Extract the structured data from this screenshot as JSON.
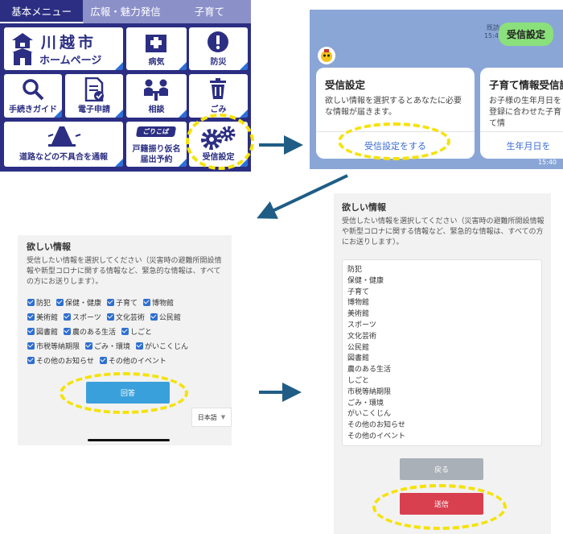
{
  "menu": {
    "tabs": [
      "基本メニュー",
      "広報・魅力発信",
      "子育て"
    ],
    "logo_line1": "川越市",
    "logo_line2": "ホームページ",
    "tiles": {
      "byoki": "病気",
      "bosai": "防災",
      "tetsuzuki": "手続きガイド",
      "denshi": "電子申請",
      "sodan": "相談",
      "gomi": "ごみ",
      "fuguai": "道路などの不具合を通報",
      "koseki_badge": "ごりこば",
      "koseki_line1": "戸籍振り仮名",
      "koseki_line2": "届出予約",
      "jushin": "受信設定"
    }
  },
  "chat": {
    "read_label": "既読",
    "time_sent": "15:40",
    "my_message": "受信設定",
    "time_bottom": "15:40",
    "card1": {
      "title": "受信設定",
      "body": "欲しい情報を選択するとあなたに必要な情報が届きます。",
      "action": "受信設定をする"
    },
    "card2": {
      "title": "子育て情報受信設",
      "body": "お子様の生年月日を登録に合わせた子育て情",
      "action": "生年月日を"
    }
  },
  "form": {
    "title": "欲しい情報",
    "description": "受信したい情報を選択してください（災害時の避難所開設情報や新型コロナに関する情報など、緊急的な情報は、すべての方にお送りします）。",
    "rows": [
      [
        "防犯",
        "保健・健康",
        "子育て",
        "博物館"
      ],
      [
        "美術館",
        "スポーツ",
        "文化芸術",
        "公民館"
      ],
      [
        "図書館",
        "農のある生活",
        "しごと"
      ],
      [
        "市税等納期限",
        "ごみ・環境",
        "がいこくじん"
      ],
      [
        "その他のお知らせ",
        "その他のイベント"
      ]
    ],
    "answer_button": "回答",
    "language": "日本語"
  },
  "confirm": {
    "title": "欲しい情報",
    "description": "受信したい情報を選択してください（災害時の避難所開設情報や新型コロナに関する情報など、緊急的な情報は、すべての方にお送りします）。",
    "items": [
      "防犯",
      "保健・健康",
      "子育て",
      "博物館",
      "美術館",
      "スポーツ",
      "文化芸術",
      "公民館",
      "図書館",
      "農のある生活",
      "しごと",
      "市税等納期限",
      "ごみ・環境",
      "がいこくじん",
      "その他のお知らせ",
      "その他のイベント"
    ],
    "back_button": "戻る",
    "send_button": "送信"
  },
  "colors": {
    "menu_navy": "#2b2e82",
    "tile_accent": "#2b6fd6",
    "chat_bg": "#8aa6d6",
    "my_bubble": "#8ae07b",
    "checkbox_blue": "#2f6fd0",
    "answer_button": "#3aa0db",
    "back_button": "#a9b0b7",
    "send_button": "#d9404f",
    "highlight": "#f5e20a",
    "arrow": "#1f5d86"
  },
  "icons": [
    "castle-icon",
    "hospital-icon",
    "exclamation-icon",
    "magnifier-icon",
    "document-check-icon",
    "consultation-icon",
    "trash-icon",
    "pylon-icon",
    "gear-icon",
    "chevron-down-icon",
    "mascot-avatar"
  ]
}
